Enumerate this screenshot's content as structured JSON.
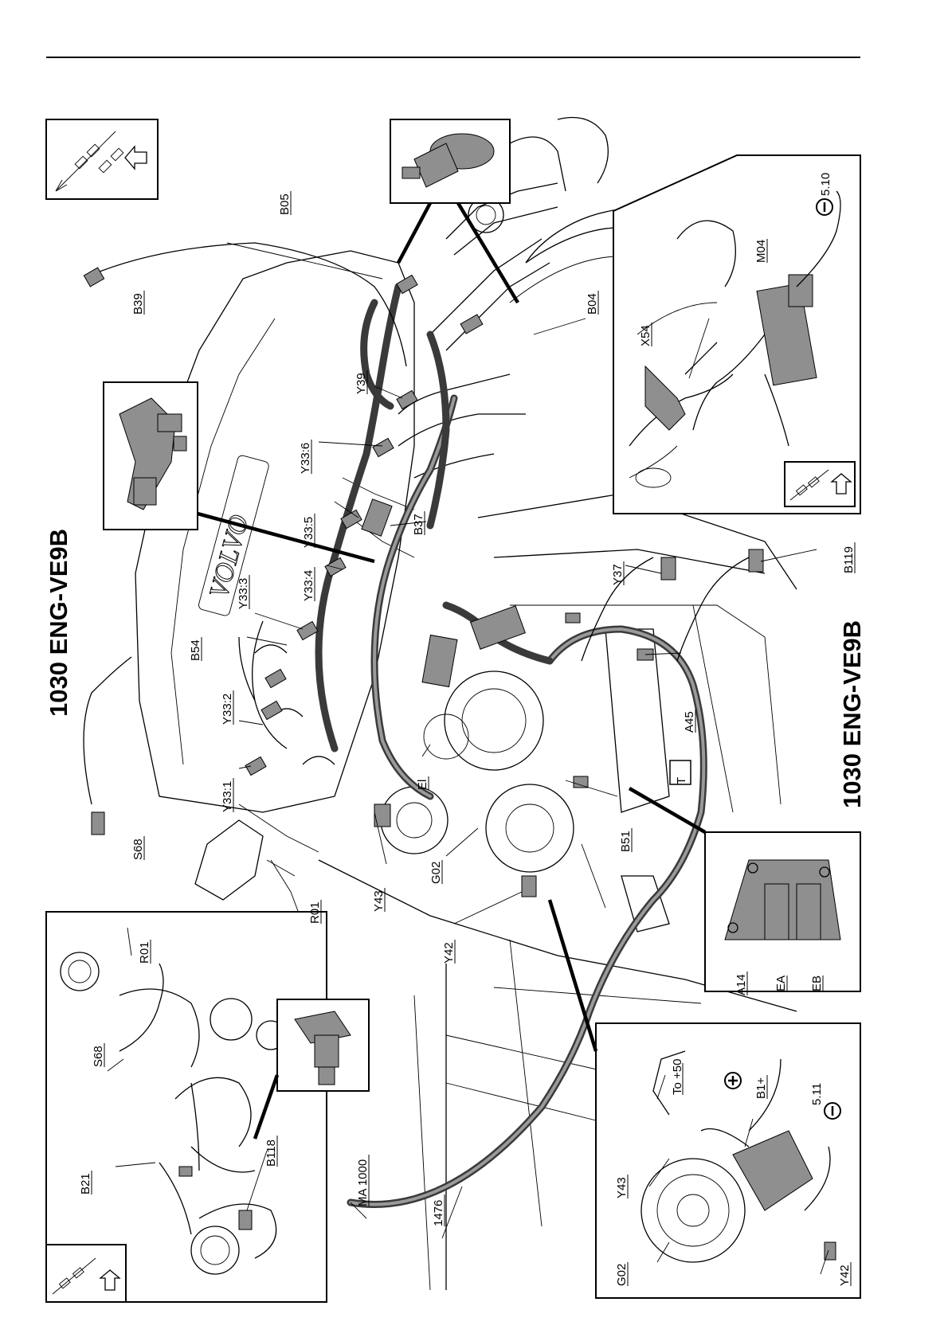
{
  "title_main": "1030  ENG-VE9B",
  "title_secondary": "1030  ENG-VE9B",
  "labels": {
    "S68": "S68",
    "S68_inset": "S68",
    "B39": "B39",
    "B05": "B05",
    "B04": "B04",
    "Y39": "Y39",
    "Y33_6": "Y33:6",
    "Y33_5": "Y33:5",
    "Y33_4": "Y33:4",
    "Y33_3": "Y33:3",
    "Y33_2": "Y33:2",
    "Y33_1": "Y33:1",
    "B37": "B37",
    "B54": "B54",
    "El": "El",
    "G02": "G02",
    "G02_inset": "G02",
    "R01": "R01",
    "R01_inset": "R01",
    "Y43": "Y43",
    "Y43_inset": "Y43",
    "Y42": "Y42",
    "Y42_inset": "Y42",
    "B51": "B51",
    "Y37": "Y37",
    "B119": "B119",
    "A45": "A45",
    "A14": "A14",
    "EA": "EA",
    "EB": "EB",
    "M04": "M04",
    "X54": "X54",
    "minus_510": "5.10",
    "B21": "B21",
    "B118": "B118",
    "MA1000": "MA 1000",
    "h1476": "1476",
    "To50": "To +50",
    "B1plus": "B1+",
    "minus_511": "5.11",
    "T_mark": "T"
  },
  "colors": {
    "line": "#000000",
    "harness": "#3a3a3a",
    "harness_highlight": "#9a9a9a",
    "fill_gray": "#8f8f8f"
  }
}
